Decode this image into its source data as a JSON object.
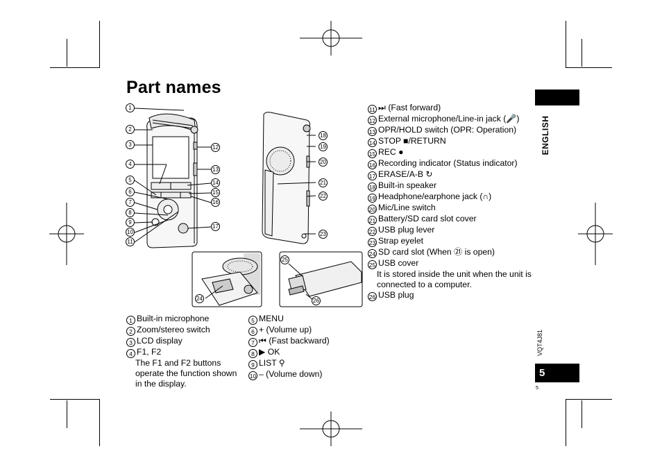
{
  "page_title": "Part names",
  "left_list": [
    {
      "num": "1",
      "text": "Built-in microphone"
    },
    {
      "num": "2",
      "text": "Zoom/stereo switch"
    },
    {
      "num": "3",
      "text": "LCD display"
    },
    {
      "num": "4",
      "text": "F1, F2",
      "sub": "The F1 and F2 buttons operate the function shown in the display."
    }
  ],
  "mid_list": [
    {
      "num": "5",
      "text": "MENU"
    },
    {
      "num": "6",
      "text": "+ (Volume up)"
    },
    {
      "num": "7",
      "text": "⏮ (Fast backward)"
    },
    {
      "num": "8",
      "text": "▶ OK"
    },
    {
      "num": "9",
      "text": "LIST ⚲"
    },
    {
      "num": "10",
      "text": "– (Volume down)"
    }
  ],
  "right_list": [
    {
      "num": "11",
      "text": "⏭ (Fast forward)"
    },
    {
      "num": "12",
      "text": "External microphone/Line-in jack (🎤)"
    },
    {
      "num": "13",
      "text": "OPR/HOLD switch (OPR: Operation)"
    },
    {
      "num": "14",
      "text": "STOP ■/RETURN"
    },
    {
      "num": "15",
      "text": "REC ●"
    },
    {
      "num": "16",
      "text": "Recording indicator (Status indicator)"
    },
    {
      "num": "17",
      "text": "ERASE/A-B ↻"
    },
    {
      "num": "18",
      "text": "Built-in speaker"
    },
    {
      "num": "19",
      "text": "Headphone/earphone jack (∩)"
    },
    {
      "num": "20",
      "text": "Mic/Line switch"
    },
    {
      "num": "21",
      "text": "Battery/SD card slot cover"
    },
    {
      "num": "22",
      "text": "USB plug lever"
    },
    {
      "num": "23",
      "text": "Strap eyelet"
    },
    {
      "num": "24",
      "text": "SD card slot (When ㉑ is open)"
    },
    {
      "num": "25",
      "text": "USB cover",
      "sub": "It is stored inside the unit when the unit is connected to a computer."
    },
    {
      "num": "26",
      "text": "USB plug"
    }
  ],
  "side_tab": "ENGLISH",
  "page_tab": "5",
  "doc_code": "VQT4J81",
  "page_number": "5",
  "diagram_front_labels": [
    "1",
    "2",
    "3",
    "4",
    "5",
    "6",
    "7",
    "8",
    "9",
    "10",
    "11"
  ],
  "diagram_side_labels": [
    "12",
    "13",
    "14",
    "15",
    "16",
    "17"
  ],
  "diagram_back_labels": [
    "18",
    "19",
    "20",
    "21",
    "22",
    "23"
  ],
  "inset_labels": {
    "sd": "24",
    "usb_cover": "25",
    "usb_plug": "26"
  }
}
